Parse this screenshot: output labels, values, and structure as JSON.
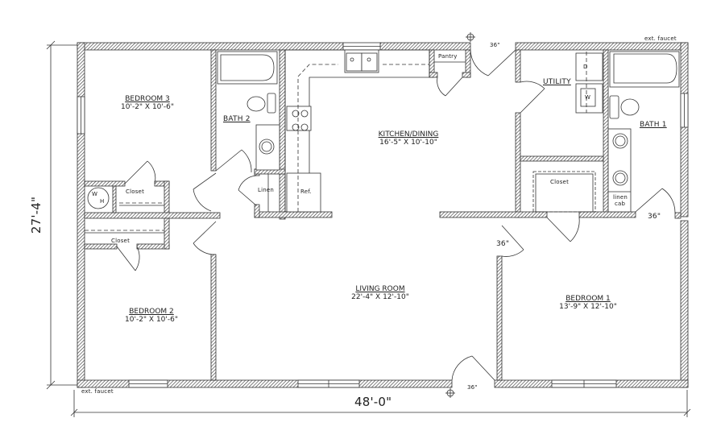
{
  "plan": {
    "overall_width": "48'-0\"",
    "overall_depth": "27'-4\""
  },
  "rooms": {
    "bedroom3": {
      "name": "BEDROOM 3",
      "dims": "10'-2\" X 10'-6\""
    },
    "bath2": {
      "name": "BATH 2"
    },
    "kitchen": {
      "name": "KITCHEN/DINING",
      "dims": "16'-5\" X 10'-10\""
    },
    "utility": {
      "name": "UTILITY"
    },
    "bath1": {
      "name": "BATH 1"
    },
    "bedroom2": {
      "name": "BEDROOM 2",
      "dims": "10'-2\" X 10'-6\""
    },
    "living": {
      "name": "LIVING ROOM",
      "dims": "22'-4\" X 12'-10\""
    },
    "bedroom1": {
      "name": "BEDROOM 1",
      "dims": "13'-9\" X 12'-10\""
    }
  },
  "labels": {
    "closet_br3": "Closet",
    "closet_br2": "Closet",
    "closet_br1": "Closet",
    "linen": "Linen",
    "ref": "Ref.",
    "pantry": "Pantry",
    "linen_cab_1": "linen",
    "linen_cab_2": "cab",
    "water_heater_w": "W",
    "water_heater_h": "H",
    "dryer": "D",
    "washer": "W",
    "ext_faucet_top": "ext. faucet",
    "ext_faucet_bottom": "ext. faucet"
  },
  "doors": {
    "front_top": "36\"",
    "bath1_door": "36\"",
    "br1_door": "36\"",
    "front_bottom": "36\""
  }
}
